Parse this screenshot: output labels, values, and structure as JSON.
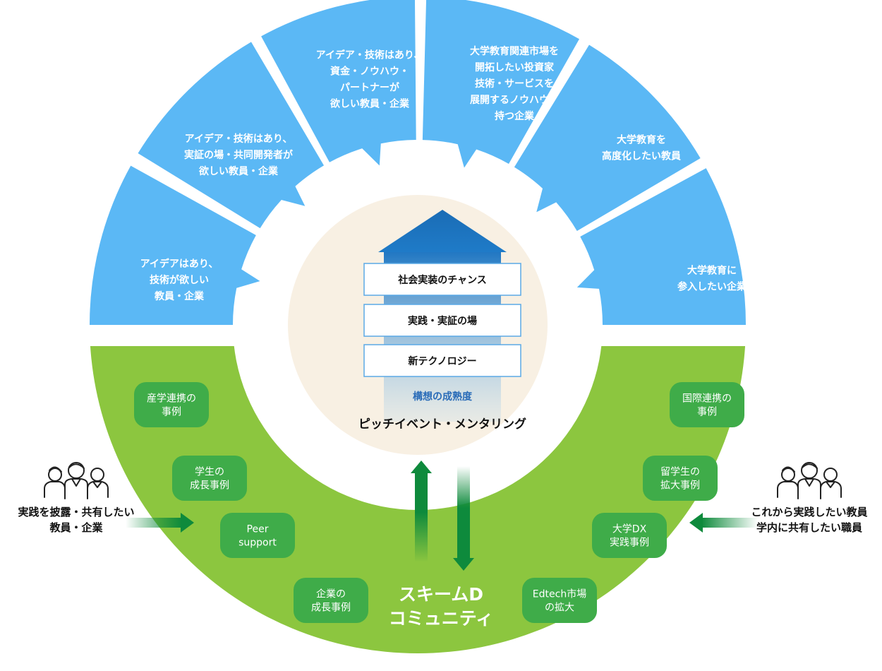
{
  "colors": {
    "sky_blue": "#5bb8f5",
    "green_ring": "#8cc63f",
    "green_pill": "#3fac49",
    "center_bg": "#f8f0e3",
    "arrow_blue": "#1a6cb5",
    "arrow_green": "#0e8a3c"
  },
  "blue_segments": [
    {
      "lines": [
        "アイデアはあり、",
        "技術が欲しい",
        "教員・企業"
      ]
    },
    {
      "lines": [
        "アイデア・技術はあり、",
        "実証の場・共同開発者が",
        "欲しい教員・企業"
      ]
    },
    {
      "lines": [
        "アイデア・技術はあり、",
        "資金・ノウハウ・",
        "パートナーが",
        "欲しい教員・企業"
      ]
    },
    {
      "lines": [
        "大学教育関連市場を",
        "開拓したい投資家",
        "技術・サービスを",
        "展開するノウハウを",
        "持つ企業"
      ]
    },
    {
      "lines": [
        "大学教育を",
        "高度化したい教員"
      ]
    },
    {
      "lines": [
        "大学教育に",
        "参入したい企業"
      ]
    }
  ],
  "center": {
    "steps": [
      "社会実装のチャンス",
      "実践・実証の場",
      "新テクノロジー"
    ],
    "maturity_label": "構想の成熟度",
    "event_label": "ピッチイベント・メンタリング"
  },
  "community": {
    "lines": [
      "スキームD",
      "コミュニティ"
    ]
  },
  "green_pills_left": [
    {
      "lines": [
        "産学連携の",
        "事例"
      ]
    },
    {
      "lines": [
        "学生の",
        "成長事例"
      ]
    },
    {
      "lines": [
        "Peer",
        "support"
      ]
    },
    {
      "lines": [
        "企業の",
        "成長事例"
      ]
    }
  ],
  "green_pills_right": [
    {
      "lines": [
        "国際連携の",
        "事例"
      ]
    },
    {
      "lines": [
        "留学生の",
        "拡大事例"
      ]
    },
    {
      "lines": [
        "大学DX",
        "実践事例"
      ]
    },
    {
      "lines": [
        "Edtech市場",
        "の拡大"
      ]
    }
  ],
  "left_people": {
    "icon": "people-group-icon",
    "lines": [
      "実践を披露・共有したい",
      "教員・企業"
    ]
  },
  "right_people": {
    "icon": "people-group-icon",
    "lines": [
      "これから実践したい教員",
      "学内に共有したい職員"
    ]
  }
}
